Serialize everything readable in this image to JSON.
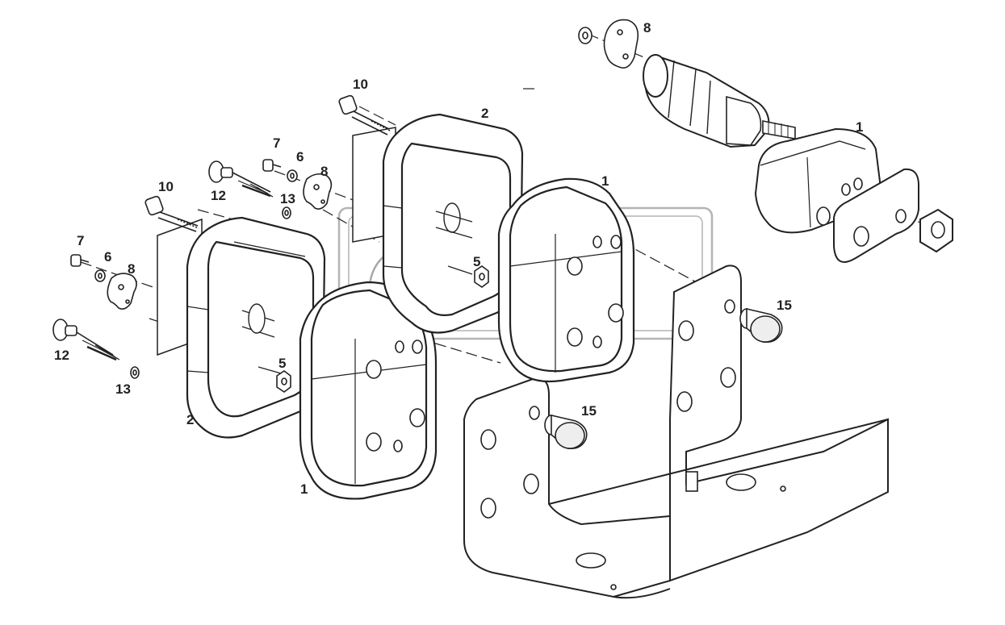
{
  "watermark": {
    "text": "OPEX"
  },
  "callouts": [
    {
      "id": "c-8-top",
      "text": "8"
    },
    {
      "id": "c-1-topright",
      "text": "1"
    },
    {
      "id": "c-10-top",
      "text": "10"
    },
    {
      "id": "c-2-top",
      "text": "2"
    },
    {
      "id": "c-1-mid",
      "text": "1"
    },
    {
      "id": "c-7-top",
      "text": "7"
    },
    {
      "id": "c-6-top",
      "text": "6"
    },
    {
      "id": "c-8-mid",
      "text": "8"
    },
    {
      "id": "c-10-left",
      "text": "10"
    },
    {
      "id": "c-12-top",
      "text": "12"
    },
    {
      "id": "c-13-top",
      "text": "13"
    },
    {
      "id": "c-7-left",
      "text": "7"
    },
    {
      "id": "c-6-left",
      "text": "6"
    },
    {
      "id": "c-8-left",
      "text": "8"
    },
    {
      "id": "c-5-mid",
      "text": "5"
    },
    {
      "id": "c-15-right",
      "text": "15"
    },
    {
      "id": "c-12-left",
      "text": "12"
    },
    {
      "id": "c-13-left",
      "text": "13"
    },
    {
      "id": "c-5-low",
      "text": "5"
    },
    {
      "id": "c-15-low",
      "text": "15"
    },
    {
      "id": "c-2-left",
      "text": "2"
    },
    {
      "id": "c-1-left",
      "text": "1"
    }
  ]
}
